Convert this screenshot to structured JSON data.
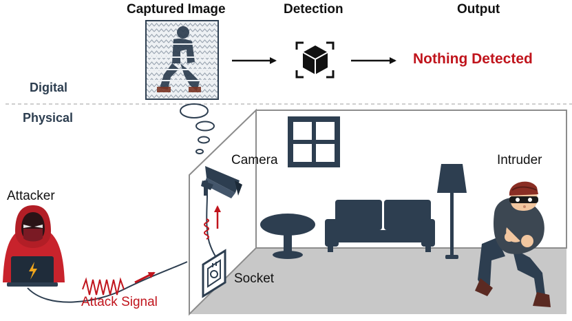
{
  "headers": {
    "captured_image": "Captured Image",
    "detection": "Detection",
    "output": "Output"
  },
  "sections": {
    "digital": "Digital",
    "physical": "Physical"
  },
  "result_text": "Nothing Detected",
  "labels": {
    "camera": "Camera",
    "intruder": "Intruder",
    "attacker": "Attacker",
    "socket": "Socket",
    "attack_signal": "Attack Signal"
  },
  "colors": {
    "dark": "#2d3e50",
    "attack_red": "#c0141c",
    "floor": "#c8c8c8",
    "wall_line": "#8c8c8c",
    "hood_red": "#c8232c"
  },
  "icons": [
    "arrow-right-icon",
    "detection-cube-icon",
    "window-icon",
    "lamp-icon",
    "sofa-icon",
    "table-icon",
    "camera-icon",
    "socket-icon",
    "laptop-icon",
    "lightning-icon",
    "sine-wave-icon",
    "thought-bubble-icon"
  ]
}
